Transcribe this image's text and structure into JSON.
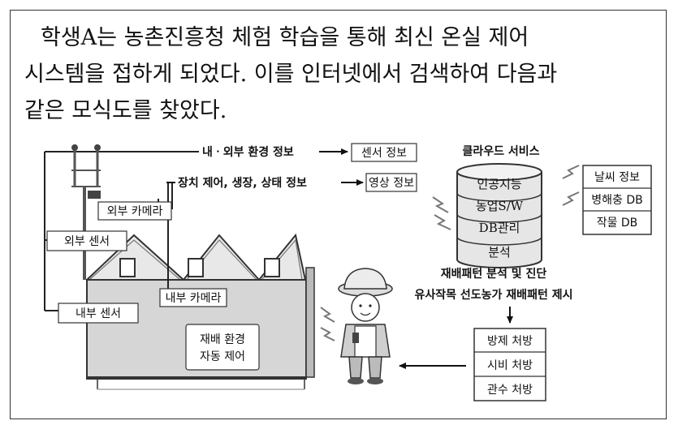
{
  "intro": {
    "line1": "학생A는 농촌진흥청 체험 학습을 통해 최신 온실 제어",
    "line2": "시스템을 접하게 되었다. 이를 인터넷에서 검색하여 다음과",
    "line3": "같은 모식도를 찾았다."
  },
  "diagram": {
    "env_info": "내ㆍ외부 환경 정보",
    "sensor_info": "센서 정보",
    "control_info": "장치 제어, 생장, 상태 정보",
    "video_info": "영상 정보",
    "cloud_title": "클라우드 서비스",
    "cloud_layers": [
      "인공지능",
      "농업S/W",
      "DB관리",
      "분석"
    ],
    "databases": [
      "날씨 정보",
      "병해충 DB",
      "작물 DB"
    ],
    "outer_camera": "외부 카메라",
    "outer_sensor": "외부 센서",
    "inner_camera": "내부 카메라",
    "inner_sensor": "내부 센서",
    "auto_control_1": "재배 환경",
    "auto_control_2": "자동 제어",
    "analysis_1": "재배패턴 분석 및 진단",
    "analysis_2": "유사작목 선도농가 재배패턴 제시",
    "prescriptions": [
      "방제 처방",
      "시비 처방",
      "관수 처방"
    ]
  }
}
